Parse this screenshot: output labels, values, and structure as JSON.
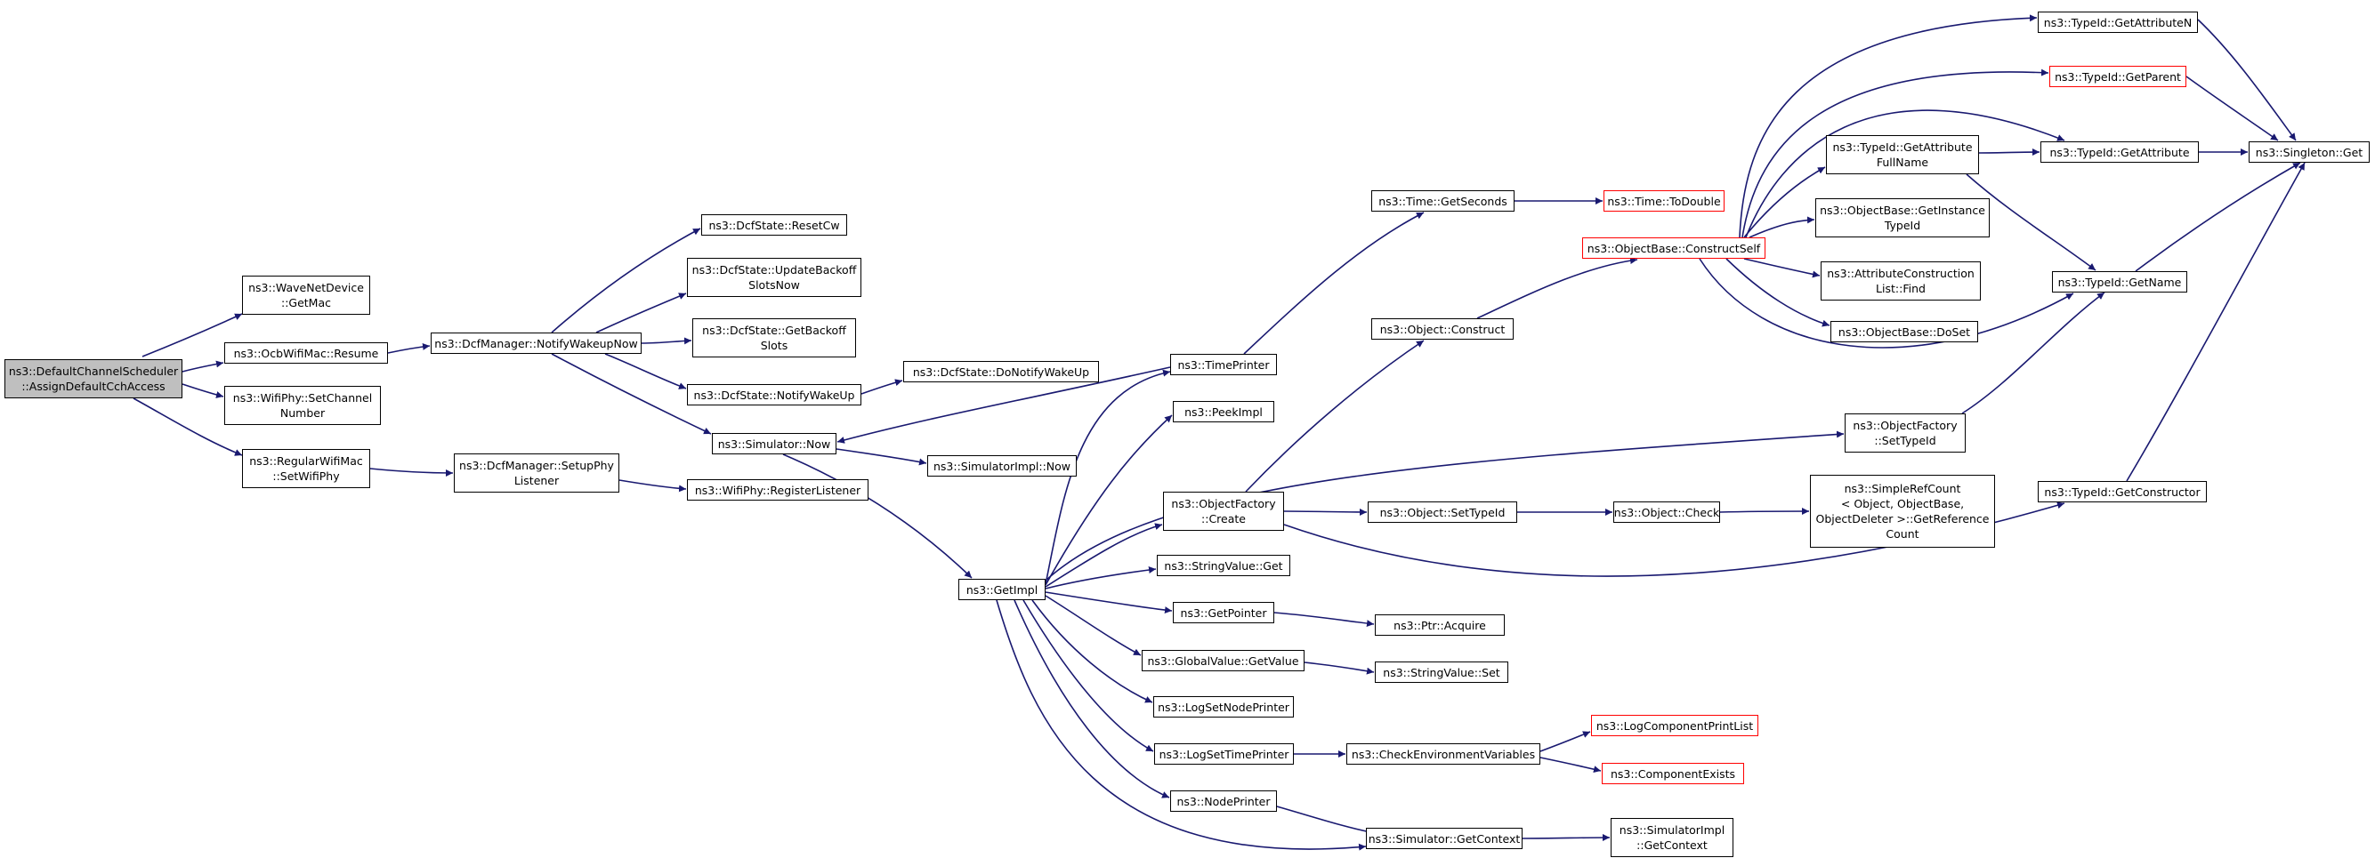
{
  "colors": {
    "edge": "#191970",
    "node_border": "#000000",
    "truncated_border": "#ff0000",
    "root_fill": "#bfbfbf"
  },
  "nodes": {
    "root": "ns3::DefaultChannelScheduler\n::AssignDefaultCchAccess",
    "wave_getmac": "ns3::WaveNetDevice\n::GetMac",
    "ocb_resume": "ns3::OcbWifiMac::Resume",
    "phy_setchannel": "ns3::WifiPhy::SetChannel\nNumber",
    "regular_setphy": "ns3::RegularWifiMac\n::SetWifiPhy",
    "dcfm_notify": "ns3::DcfManager::NotifyWakeupNow",
    "dcfm_setup": "ns3::DcfManager::SetupPhy\nListener",
    "dcfs_resetcw": "ns3::DcfState::ResetCw",
    "dcfs_update": "ns3::DcfState::UpdateBackoff\nSlotsNow",
    "dcfs_getbackoff": "ns3::DcfState::GetBackoff\nSlots",
    "dcfs_notifywake": "ns3::DcfState::NotifyWakeUp",
    "sim_now": "ns3::Simulator::Now",
    "phy_register": "ns3::WifiPhy::RegisterListener",
    "dcfs_donotify": "ns3::DcfState::DoNotifyWakeUp",
    "simimpl_now": "ns3::SimulatorImpl::Now",
    "getimpl": "ns3::GetImpl",
    "timeprinter": "ns3::TimePrinter",
    "peekimpl": "ns3::PeekImpl",
    "objfactory_create": "ns3::ObjectFactory\n::Create",
    "stringvalue_get": "ns3::StringValue::Get",
    "getpointer": "ns3::GetPointer",
    "globalvalue_get": "ns3::GlobalValue::GetValue",
    "logsetnode": "ns3::LogSetNodePrinter",
    "logsettime": "ns3::LogSetTimePrinter",
    "nodeprinter": "ns3::NodePrinter",
    "time_getseconds": "ns3::Time::GetSeconds",
    "time_todouble": "ns3::Time::ToDouble",
    "objbase_construct": "ns3::ObjectBase::ConstructSelf",
    "object_construct": "ns3::Object::Construct",
    "object_settypeid": "ns3::Object::SetTypeId",
    "object_check": "ns3::Object::Check",
    "ptr_acquire": "ns3::Ptr::Acquire",
    "stringvalue_set": "ns3::StringValue::Set",
    "checkenv": "ns3::CheckEnvironmentVariables",
    "sim_getcontext": "ns3::Simulator::GetContext",
    "logcomp_printlist": "ns3::LogComponentPrintList",
    "comp_exists": "ns3::ComponentExists",
    "simimpl_getcontext": "ns3::SimulatorImpl\n::GetContext",
    "typeid_getattrfull": "ns3::TypeId::GetAttribute\nFullName",
    "objbase_getinstance": "ns3::ObjectBase::GetInstance\nTypeId",
    "attrconst_find": "ns3::AttributeConstruction\nList::Find",
    "objbase_doset": "ns3::ObjectBase::DoSet",
    "objfactory_settypeid": "ns3::ObjectFactory\n::SetTypeId",
    "simplerefcount": "ns3::SimpleRefCount\n< Object, ObjectBase,\nObjectDeleter >::GetReference\nCount",
    "typeid_getattrn": "ns3::TypeId::GetAttributeN",
    "typeid_getparent": "ns3::TypeId::GetParent",
    "typeid_getattr": "ns3::TypeId::GetAttribute",
    "typeid_getname": "ns3::TypeId::GetName",
    "typeid_getconstructor": "ns3::TypeId::GetConstructor",
    "singleton_get": "ns3::Singleton::Get"
  }
}
